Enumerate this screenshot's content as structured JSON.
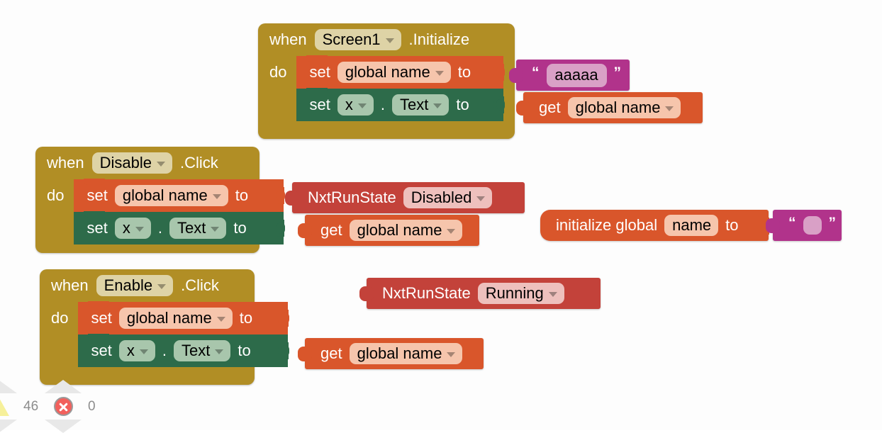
{
  "app": {
    "name": "MIT App Inventor Blocks Editor",
    "canvas_background": "#fdfdfd"
  },
  "colors": {
    "event_gold": "#b18e25",
    "event_field": "#ded3a6",
    "variable_orange": "#d9562b",
    "variable_field": "#f6c5ac",
    "component_green": "#2d6b4a",
    "component_field": "#a8c6ac",
    "sensor_red": "#c3423a",
    "sensor_field": "#eec0bd",
    "text_pink": "#b1338b",
    "text_field": "#d9a0c6",
    "warning_yellow": "#f6f09a",
    "error_red": "#f2605c"
  },
  "blocks": {
    "screen1_initialize": {
      "when_label": "when",
      "component": "Screen1",
      "event": ".Initialize",
      "do_label": "do",
      "statements": [
        {
          "set_label": "set",
          "target": "global name",
          "to_label": "to",
          "value_type": "text",
          "value": "aaaaa"
        },
        {
          "set_label": "set",
          "component": "x",
          "separator": ".",
          "property": "Text",
          "to_label": "to",
          "value_type": "get",
          "get_label": "get",
          "get_target": "global name"
        }
      ]
    },
    "disable_click": {
      "when_label": "when",
      "component": "Disable",
      "event": ".Click",
      "do_label": "do",
      "statements": [
        {
          "set_label": "set",
          "target": "global name",
          "to_label": "to",
          "value_type": "enum",
          "enum_block": "NxtRunState",
          "enum_value": "Disabled"
        },
        {
          "set_label": "set",
          "component": "x",
          "separator": ".",
          "property": "Text",
          "to_label": "to",
          "value_type": "get",
          "get_label": "get",
          "get_target": "global name"
        }
      ]
    },
    "enable_click": {
      "when_label": "when",
      "component": "Enable",
      "event": ".Click",
      "do_label": "do",
      "statements": [
        {
          "set_label": "set",
          "target": "global name",
          "to_label": "to",
          "value_type": "empty",
          "value": ""
        },
        {
          "set_label": "set",
          "component": "x",
          "separator": ".",
          "property": "Text",
          "to_label": "to",
          "value_type": "get",
          "get_label": "get",
          "get_target": "global name"
        }
      ]
    },
    "initialize_global": {
      "init_label": "initialize global",
      "variable_name": "name",
      "to_label": "to",
      "value_type": "text",
      "value": ""
    },
    "floating_nxtrunstate": {
      "enum_block": "NxtRunState",
      "enum_value": "Running"
    }
  },
  "status_bar": {
    "warning_count": "46",
    "error_count": "0",
    "warning_icon": "warning-triangle-icon",
    "error_icon": "error-x-icon",
    "nav_up_icon": "triangle-up-icon",
    "nav_down_icon": "triangle-down-icon"
  }
}
